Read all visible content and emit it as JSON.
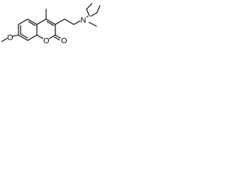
{
  "molecule": {
    "atoms": {
      "methoxy_oxygen": "O",
      "ring_oxygen": "O",
      "carbonyl_oxygen": "O",
      "ammonium_nitrogen": "N",
      "ammonium_charge": "+"
    }
  }
}
